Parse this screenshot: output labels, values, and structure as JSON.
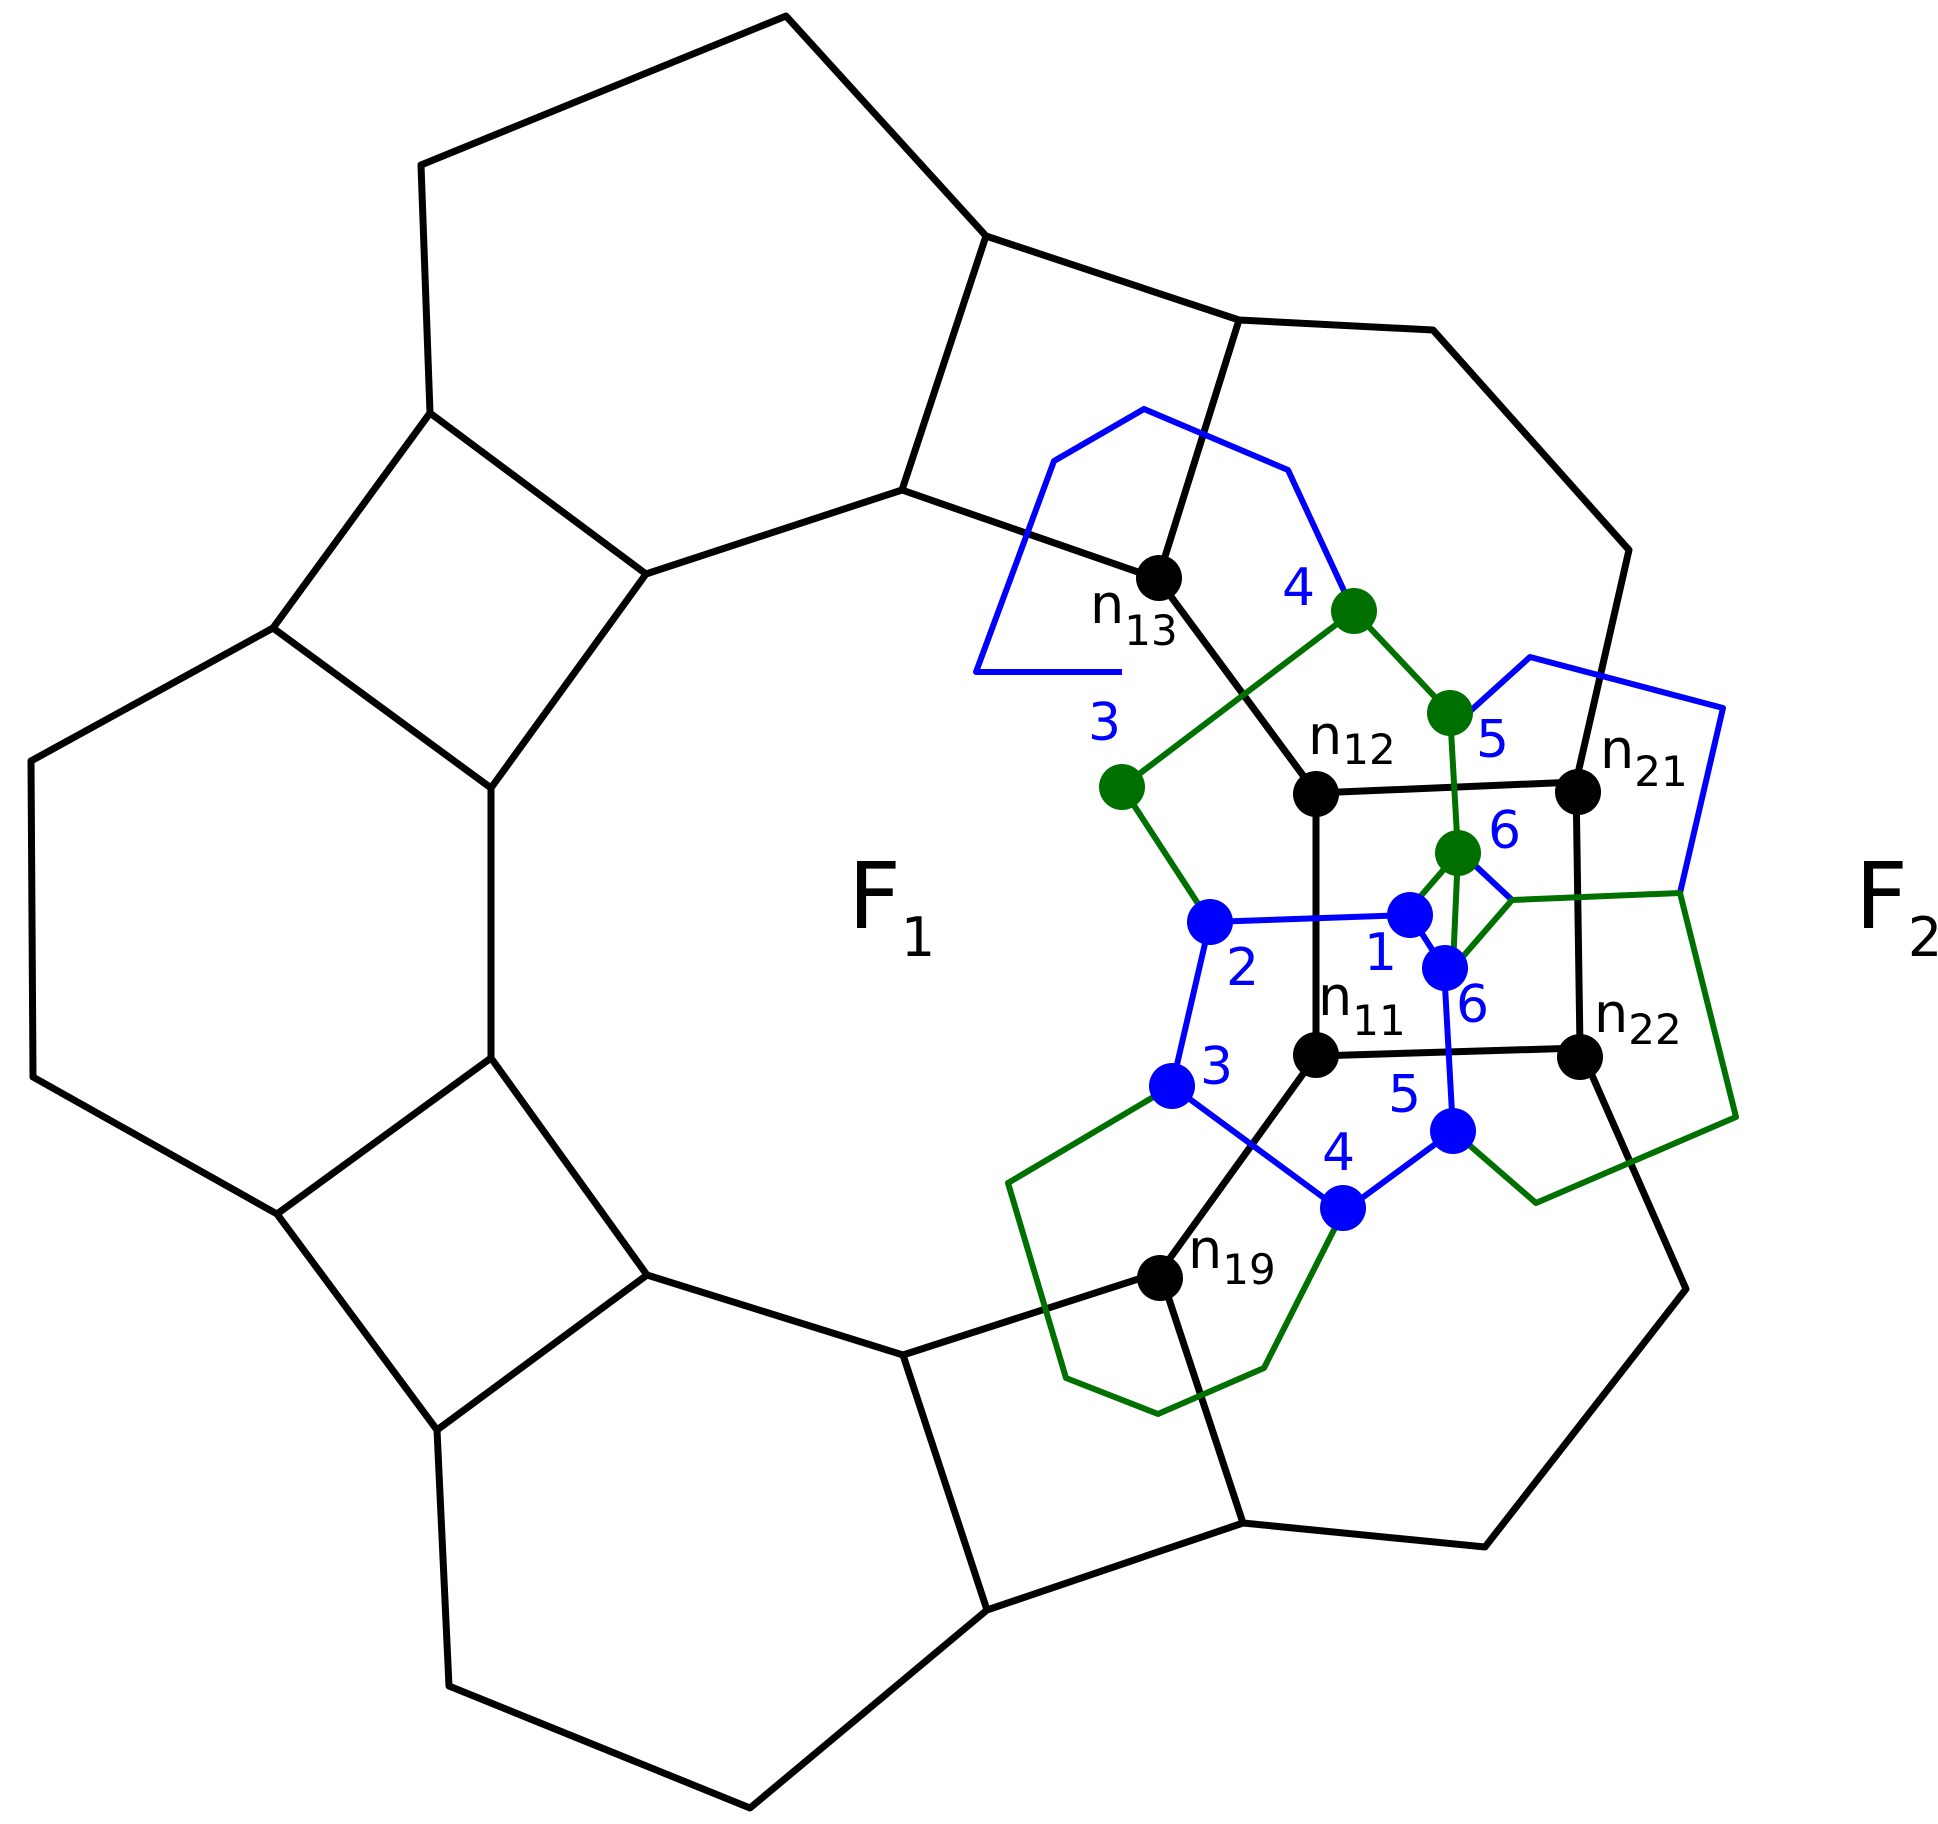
{
  "colors": {
    "primal": "#000000",
    "blue": "#0000ff",
    "green": "#007000"
  },
  "faces": {
    "f1": {
      "main": "F",
      "sub": "1"
    },
    "f2": {
      "main": "F",
      "sub": "2"
    }
  },
  "nodes": {
    "n13": {
      "main": "n",
      "sub": "13"
    },
    "n12": {
      "main": "n",
      "sub": "12"
    },
    "n21": {
      "main": "n",
      "sub": "21"
    },
    "n11": {
      "main": "n",
      "sub": "11"
    },
    "n22": {
      "main": "n",
      "sub": "22"
    },
    "n19": {
      "main": "n",
      "sub": "19"
    }
  },
  "green_labels": {
    "g4": "4",
    "g5": "5",
    "g3": "3",
    "g6": "6"
  },
  "blue_labels": {
    "b1": "1",
    "b2": "2",
    "b3": "3",
    "b4": "4",
    "b5": "5",
    "b6": "6"
  }
}
